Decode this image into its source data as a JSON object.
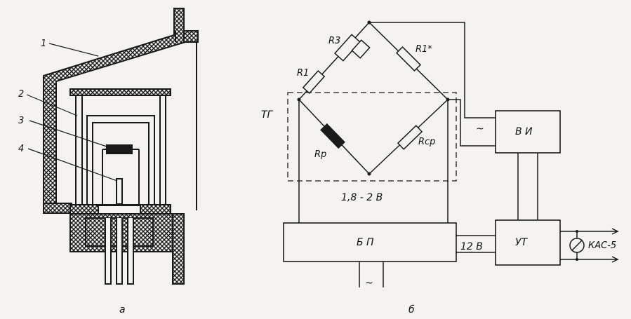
{
  "part_a": {
    "callouts": [
      "1",
      "2",
      "3",
      "4"
    ],
    "caption": "а"
  },
  "part_b": {
    "resistors": {
      "r3": "R3",
      "r1": "R1",
      "r1_star": "R1*",
      "rp": "Rp",
      "rcp": "Rcp"
    },
    "tg_label": "ТГ",
    "bridge_voltage": "1,8  - 2  В",
    "vi_label": "В И",
    "bp_label": "Б П",
    "ut_label": "УТ",
    "supply_12v": "12 В",
    "ac_symbol_bridge": "~",
    "ac_symbol_mains": "~",
    "meter_label": "КАС-5",
    "caption": "б"
  },
  "colors": {
    "ink": "#1a1a1a",
    "paper": "#f4f3ef"
  }
}
